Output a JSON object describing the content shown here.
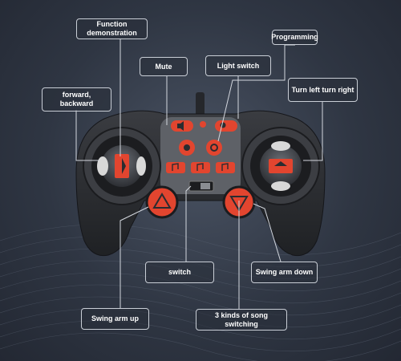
{
  "labels": {
    "function_demo": "Function demonstration",
    "programming": "Programming",
    "mute": "Mute",
    "light_switch": "Light switch",
    "forward_backward": "forward, backward",
    "turn": "Turn left turn right",
    "switch": "switch",
    "swing_arm_down": "Swing arm down",
    "swing_arm_up": "Swing arm up",
    "song_switching": "3 kinds of song switching"
  },
  "colors": {
    "accent_red": "#e2452f",
    "body_dark": "#2a2c30",
    "label_border": "#c9ced6"
  },
  "icons": [
    "mute-icon",
    "light-icon",
    "demo-icon",
    "program-icon",
    "song-icon",
    "direction-icon",
    "triangle-icon"
  ]
}
